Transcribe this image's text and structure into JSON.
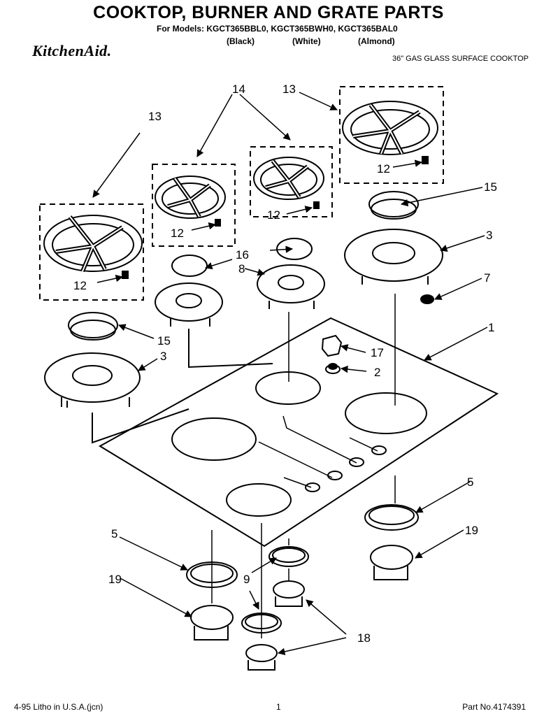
{
  "header": {
    "title": "COOKTOP, BURNER AND GRATE PARTS",
    "models": "For Models: KGCT365BBL0, KGCT365BWH0, KGCT365BAL0",
    "colors": [
      "(Black)",
      "(White)",
      "(Almond)"
    ],
    "brand": "KitchenAid.",
    "subtitle": "36\" GAS GLASS SURFACE COOKTOP"
  },
  "callouts": {
    "c13a": "13",
    "c13b": "13",
    "c14": "14",
    "c12a": "12",
    "c12b": "12",
    "c12c": "12",
    "c12d": "12",
    "c15a": "15",
    "c15b": "15",
    "c16": "16",
    "c8": "8",
    "c3a": "3",
    "c3b": "3",
    "c7": "7",
    "c1": "1",
    "c17": "17",
    "c2": "2",
    "c5a": "5",
    "c5b": "5",
    "c19a": "19",
    "c19b": "19",
    "c9": "9",
    "c18": "18"
  },
  "footer": {
    "left": "4-95  Litho in U.S.A.(jcn)",
    "page": "1",
    "part": "Part No.4174391"
  }
}
